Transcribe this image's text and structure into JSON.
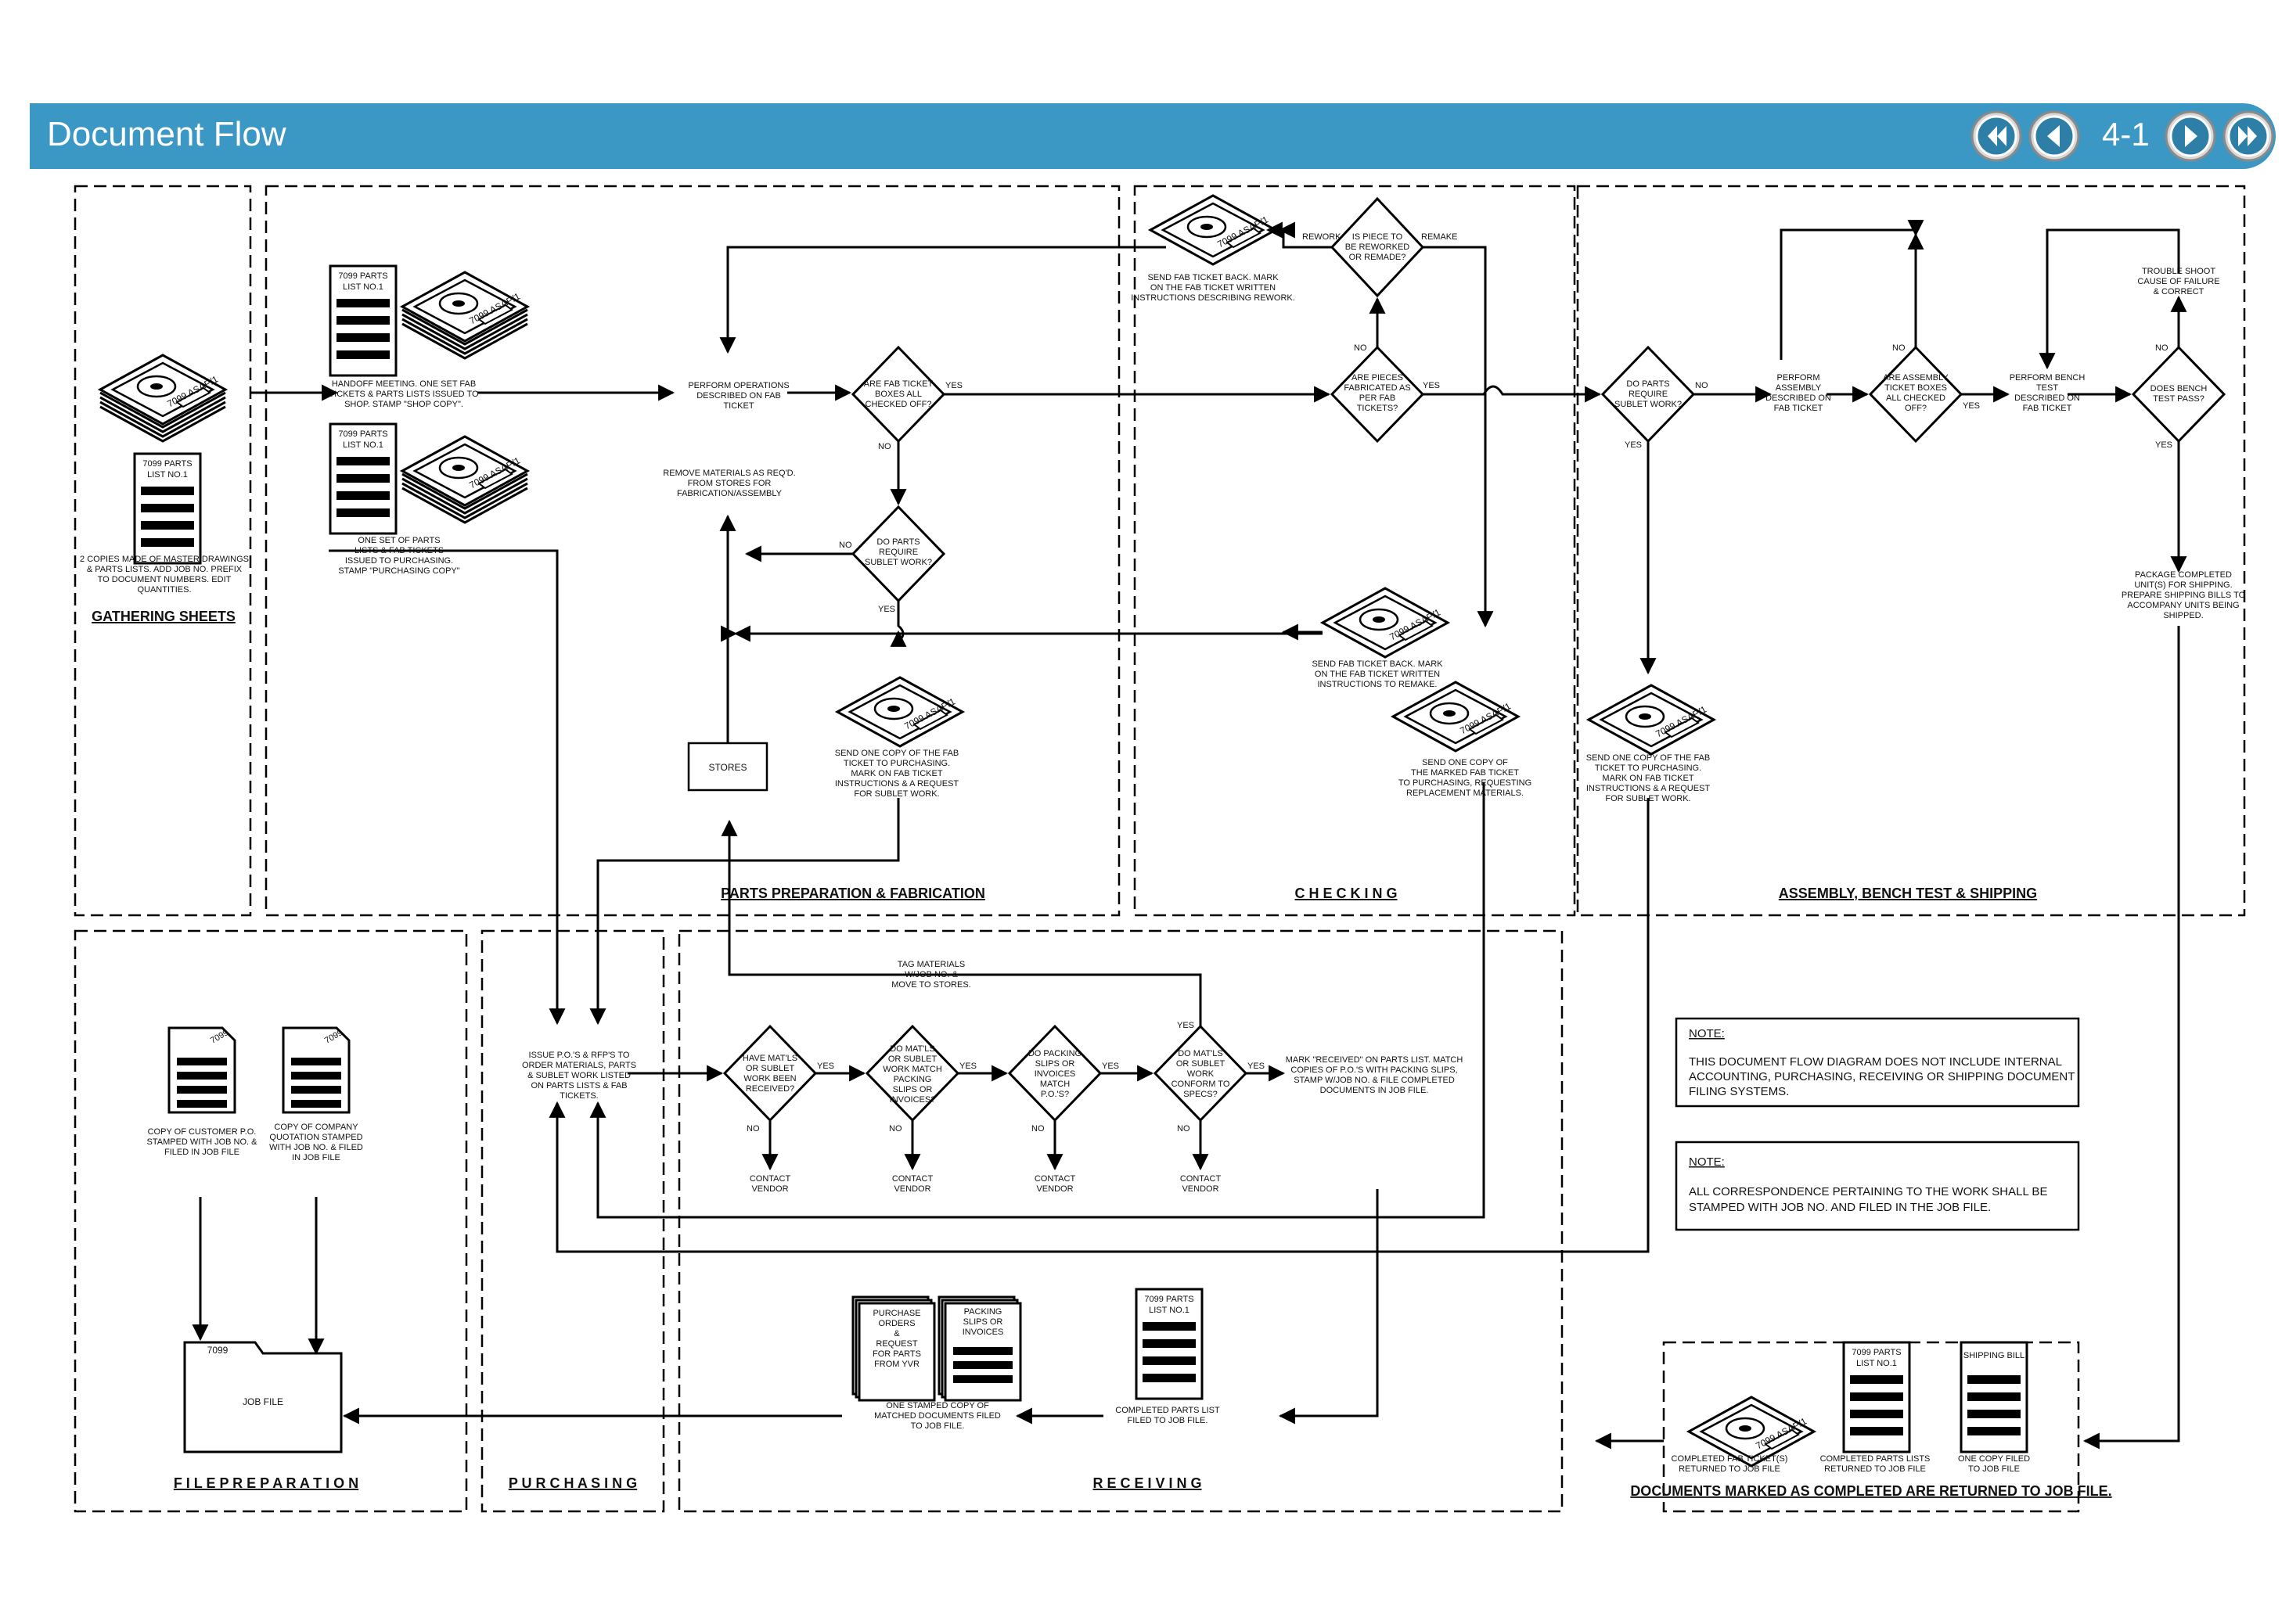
{
  "header": {
    "title": "Document Flow",
    "page": "4-1",
    "nav": {
      "first": "first-page",
      "prev": "previous-page",
      "next": "next-page",
      "last": "last-page"
    }
  },
  "doc": {
    "parts_list_label": [
      "7099 PARTS",
      "LIST NO.1"
    ],
    "ticket_label": "7099 ASAP/1",
    "folder_label": "7099",
    "folder_name": "JOB FILE",
    "po_label": "7099"
  },
  "sections": {
    "gathering": "GATHERING SHEETS",
    "parts": "PARTS PREPARATION & FABRICATION",
    "checking": "C H E C K I N G",
    "assembly": "ASSEMBLY, BENCH TEST & SHIPPING",
    "file": "F I L E    P R E P A R A T I O N",
    "purchasing": "P U R C H A S I N G",
    "receiving": "R E C E I V I N G",
    "returned": "DOCUMENTS MARKED AS COMPLETED ARE RETURNED TO JOB FILE."
  },
  "text": {
    "gathering_note": [
      "2 COPIES MADE OF MASTER DRAWINGS",
      "& PARTS LISTS. ADD JOB NO. PREFIX",
      "TO DOCUMENT NUMBERS. EDIT",
      "QUANTITIES."
    ],
    "handoff": [
      "HANDOFF MEETING. ONE SET FAB",
      "TICKETS & PARTS LISTS ISSUED TO",
      "SHOP. STAMP \"SHOP COPY\"."
    ],
    "one_set": [
      "ONE SET OF PARTS",
      "LISTS & FAB TICKETS",
      "ISSUED TO PURCHASING.",
      "STAMP \"PURCHASING COPY\""
    ],
    "perform_ops": [
      "PERFORM OPERATIONS",
      "DESCRIBED ON FAB",
      "TICKET"
    ],
    "remove_materials": [
      "REMOVE MATERIALS AS REQ'D.",
      "FROM STORES FOR",
      "FABRICATION/ASSEMBLY"
    ],
    "stores": "STORES",
    "send_sublet_1": [
      "SEND ONE COPY OF THE FAB",
      "TICKET TO PURCHASING.",
      "MARK ON FAB TICKET",
      "INSTRUCTIONS & A REQUEST",
      "FOR SUBLET WORK."
    ],
    "send_back_rework": [
      "SEND FAB TICKET BACK. MARK",
      "ON THE FAB TICKET WRITTEN",
      "INSTRUCTIONS DESCRIBING REWORK."
    ],
    "send_back_remake": [
      "SEND FAB TICKET BACK. MARK",
      "ON THE FAB TICKET WRITTEN",
      "INSTRUCTIONS TO REMAKE."
    ],
    "send_marked": [
      "SEND ONE COPY OF",
      "THE MARKED FAB TICKET",
      "TO PURCHASING, REQUESTING",
      "REPLACEMENT MATERIALS."
    ],
    "send_sublet_2": [
      "SEND ONE COPY OF THE FAB",
      "TICKET TO PURCHASING.",
      "MARK ON FAB TICKET",
      "INSTRUCTIONS & A REQUEST",
      "FOR SUBLET WORK."
    ],
    "perform_assembly": [
      "PERFORM",
      "ASSEMBLY",
      "DESCRIBED ON",
      "FAB TICKET"
    ],
    "perform_bench": [
      "PERFORM BENCH",
      "TEST",
      "DESCRIBED ON",
      "FAB TICKET"
    ],
    "trouble_shoot": [
      "TROUBLE SHOOT",
      "CAUSE OF FAILURE",
      "& CORRECT"
    ],
    "package": [
      "PACKAGE COMPLETED",
      "UNIT(S) FOR SHIPPING.",
      "PREPARE SHIPPING BILLS TO",
      "ACCOMPANY UNITS BEING",
      "SHIPPED."
    ],
    "issue_po": [
      "ISSUE P.O.'S & RFP'S TO",
      "ORDER MATERIALS, PARTS",
      "& SUBLET WORK LISTED",
      "ON PARTS LISTS & FAB",
      "TICKETS."
    ],
    "tag_materials": [
      "TAG MATERIALS",
      "W/JOB NO. &",
      "MOVE TO STORES."
    ],
    "mark_received": [
      "MARK \"RECEIVED\" ON PARTS LIST. MATCH",
      "COPIES OF P.O.'S WITH PACKING SLIPS,",
      "STAMP W/JOB NO. & FILE COMPLETED",
      "DOCUMENTS IN JOB FILE."
    ],
    "contact_vendor": [
      "CONTACT",
      "VENDOR"
    ],
    "copy_customer_po": [
      "COPY OF CUSTOMER P.O.",
      "STAMPED WITH JOB NO. &",
      "FILED IN JOB FILE"
    ],
    "copy_quotation": [
      "COPY OF COMPANY",
      "QUOTATION STAMPED",
      "WITH JOB NO. & FILED",
      "IN JOB FILE"
    ],
    "purchase_orders": [
      "PURCHASE",
      "ORDERS",
      "&",
      "REQUEST",
      "FOR PARTS",
      "FROM YVR"
    ],
    "packing_slips": [
      "PACKING",
      "SLIPS OR",
      "INVOICES"
    ],
    "one_stamped": [
      "ONE STAMPED COPY OF",
      "MATCHED DOCUMENTS FILED",
      "TO JOB FILE."
    ],
    "completed_parts": [
      "COMPLETED PARTS LIST",
      "FILED TO JOB FILE."
    ],
    "completed_fab": [
      "COMPLETED FAB TICKET(S)",
      "RETURNED TO JOB FILE"
    ],
    "completed_parts_lists": [
      "COMPLETED PARTS LISTS",
      "RETURNED TO JOB FILE"
    ],
    "one_copy_filed": [
      "ONE COPY FILED",
      "TO JOB FILE"
    ],
    "shipping_bill": "SHIPPING BILL",
    "yes": "YES",
    "no": "NO",
    "rework": "REWORK",
    "remake": "REMAKE"
  },
  "decisions": {
    "fab_boxes": [
      "ARE FAB TICKET",
      "BOXES ALL",
      "CHECKED OFF?"
    ],
    "sublet_1": [
      "DO PARTS",
      "REQUIRE",
      "SUBLET WORK?"
    ],
    "rework_remake": [
      "IS PIECE TO",
      "BE REWORKED",
      "OR REMADE?"
    ],
    "fabricated_spec": [
      "ARE PIECES",
      "FABRICATED AS",
      "PER FAB",
      "TICKETS?"
    ],
    "sublet_2": [
      "DO PARTS",
      "REQUIRE",
      "SUBLET WORK?"
    ],
    "assembly_boxes": [
      "ARE ASSEMBLY",
      "TICKET BOXES",
      "ALL CHECKED",
      "OFF?"
    ],
    "bench_pass": [
      "DOES BENCH",
      "TEST PASS?"
    ],
    "received": [
      "HAVE MAT'LS",
      "OR SUBLET",
      "WORK BEEN",
      "RECEIVED?"
    ],
    "packing_match": [
      "DO MAT'LS",
      "OR SUBLET",
      "WORK MATCH",
      "PACKING",
      "SLIPS OR",
      "INVOICES?"
    ],
    "invoices_po": [
      "DO PACKING",
      "SLIPS OR",
      "INVOICES",
      "MATCH",
      "P.O.'S?"
    ],
    "conform_specs": [
      "DO MAT'LS",
      "OR SUBLET",
      "WORK",
      "CONFORM TO",
      "SPECS?"
    ]
  },
  "notes": {
    "note_label": "NOTE:",
    "note1": [
      "THIS DOCUMENT FLOW DIAGRAM DOES NOT INCLUDE INTERNAL",
      "ACCOUNTING, PURCHASING, RECEIVING OR SHIPPING DOCUMENT",
      "FILING SYSTEMS."
    ],
    "note2": [
      "ALL CORRESPONDENCE PERTAINING TO THE WORK SHALL BE",
      "STAMPED WITH JOB NO. AND FILED IN THE JOB FILE."
    ]
  }
}
